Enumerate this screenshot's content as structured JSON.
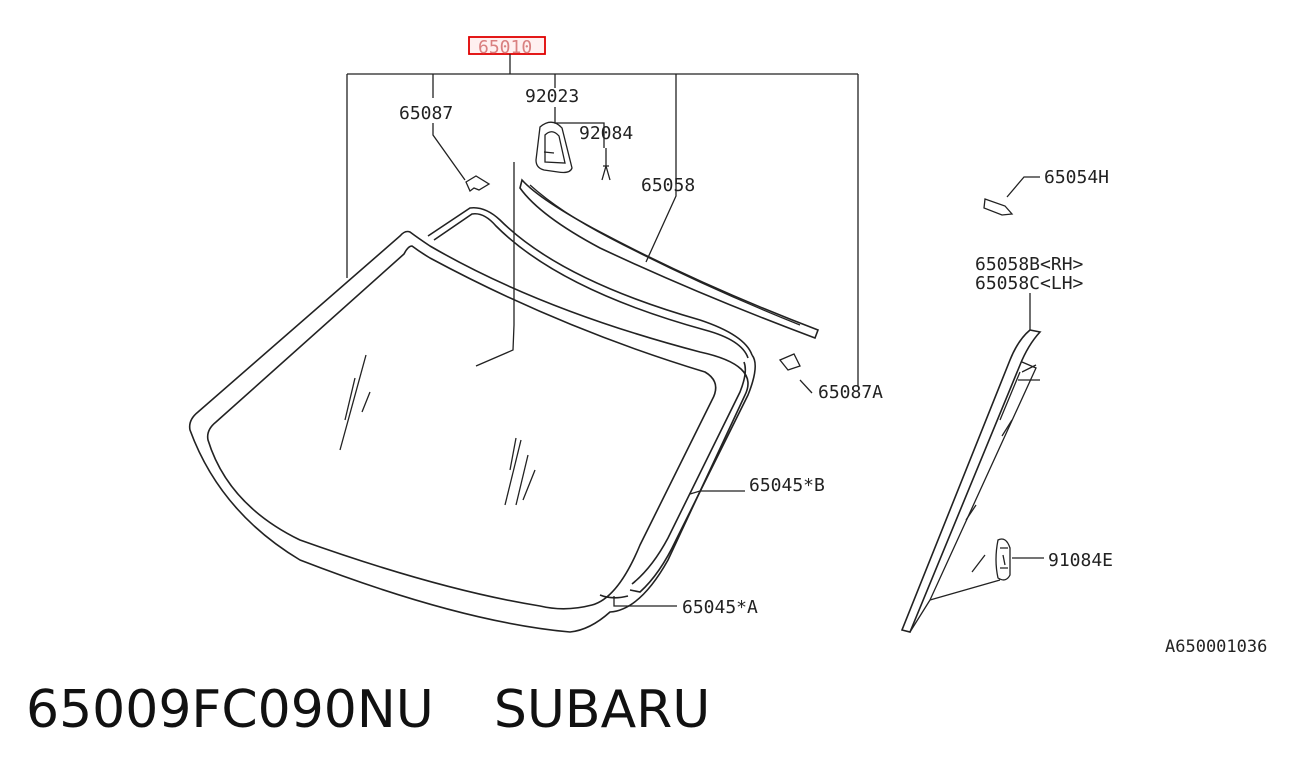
{
  "diagram": {
    "labels": {
      "assembly": "65010",
      "clip_left": "65087",
      "mirror_base": "92023",
      "screw": "92084",
      "molding_top": "65058",
      "molding_piece": "65054H",
      "pillar_rh": "65058B<RH>",
      "pillar_lh": "65058C<LH>",
      "clip_right": "65087A",
      "dam_b": "65045*B",
      "dam_a": "65045*A",
      "clip_pillar": "91084E",
      "figure_id": "A650001036"
    },
    "highlight_color": "#e00000"
  },
  "footer": {
    "part_number": "65009FC090NU",
    "brand": "SUBARU"
  }
}
